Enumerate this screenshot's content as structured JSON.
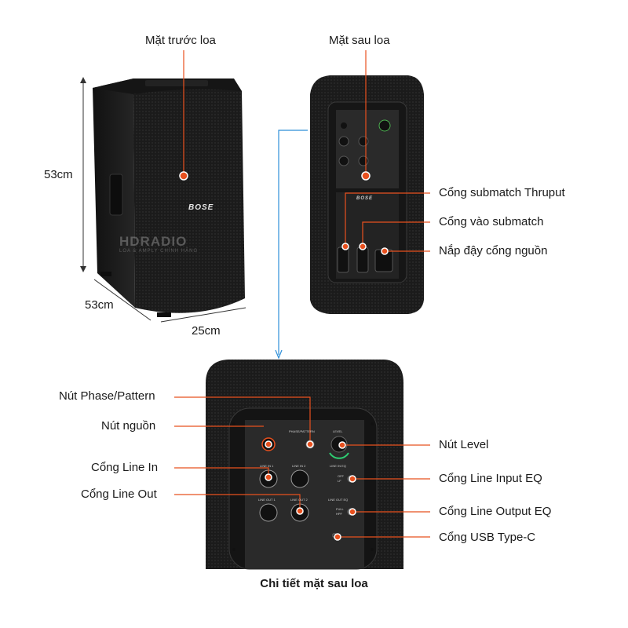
{
  "labels": {
    "front": "Mặt trước loa",
    "back": "Mặt sau loa",
    "thruput": "Cổng submatch Thruput",
    "submatch_in": "Cổng vào submatch",
    "power_cover": "Nắp đậy cổng nguồn",
    "phase": "Nút Phase/Pattern",
    "power_btn": "Nút nguồn",
    "line_in": "Cổng Line In",
    "line_out": "Cổng Line Out",
    "level": "Nút Level",
    "line_in_eq": "Cổng Line Input EQ",
    "line_out_eq": "Cổng Line Output EQ",
    "usb": "Cổng USB Type-C"
  },
  "dimensions": {
    "height": "53cm",
    "depth": "53cm",
    "width": "25cm"
  },
  "caption": "Chi tiết mặt sau loa",
  "brand": "BOSE",
  "watermark": {
    "main": "HDRADIO",
    "sub": "LOA & AMPLY CHÍNH HÃNG"
  },
  "panel_text": {
    "phase_pattern": "PHASE/PATTERN",
    "level": "LEVEL",
    "line_in_1": "LINE IN 1",
    "line_in_2": "LINE IN 2",
    "line_out_1": "LINE OUT 1",
    "line_out_2": "LINE OUT 2",
    "line_in_eq": "LINE IN EQ",
    "line_out_eq": "LINE OUT EQ",
    "off": "OFF",
    "lf": "LF",
    "full": "FULL",
    "hpf": "HPF"
  },
  "colors": {
    "accent": "#e8501e",
    "blue_arrow": "#2f8fd8",
    "cabinet": "#1c1c1c",
    "panel": "#2a2a2a"
  }
}
